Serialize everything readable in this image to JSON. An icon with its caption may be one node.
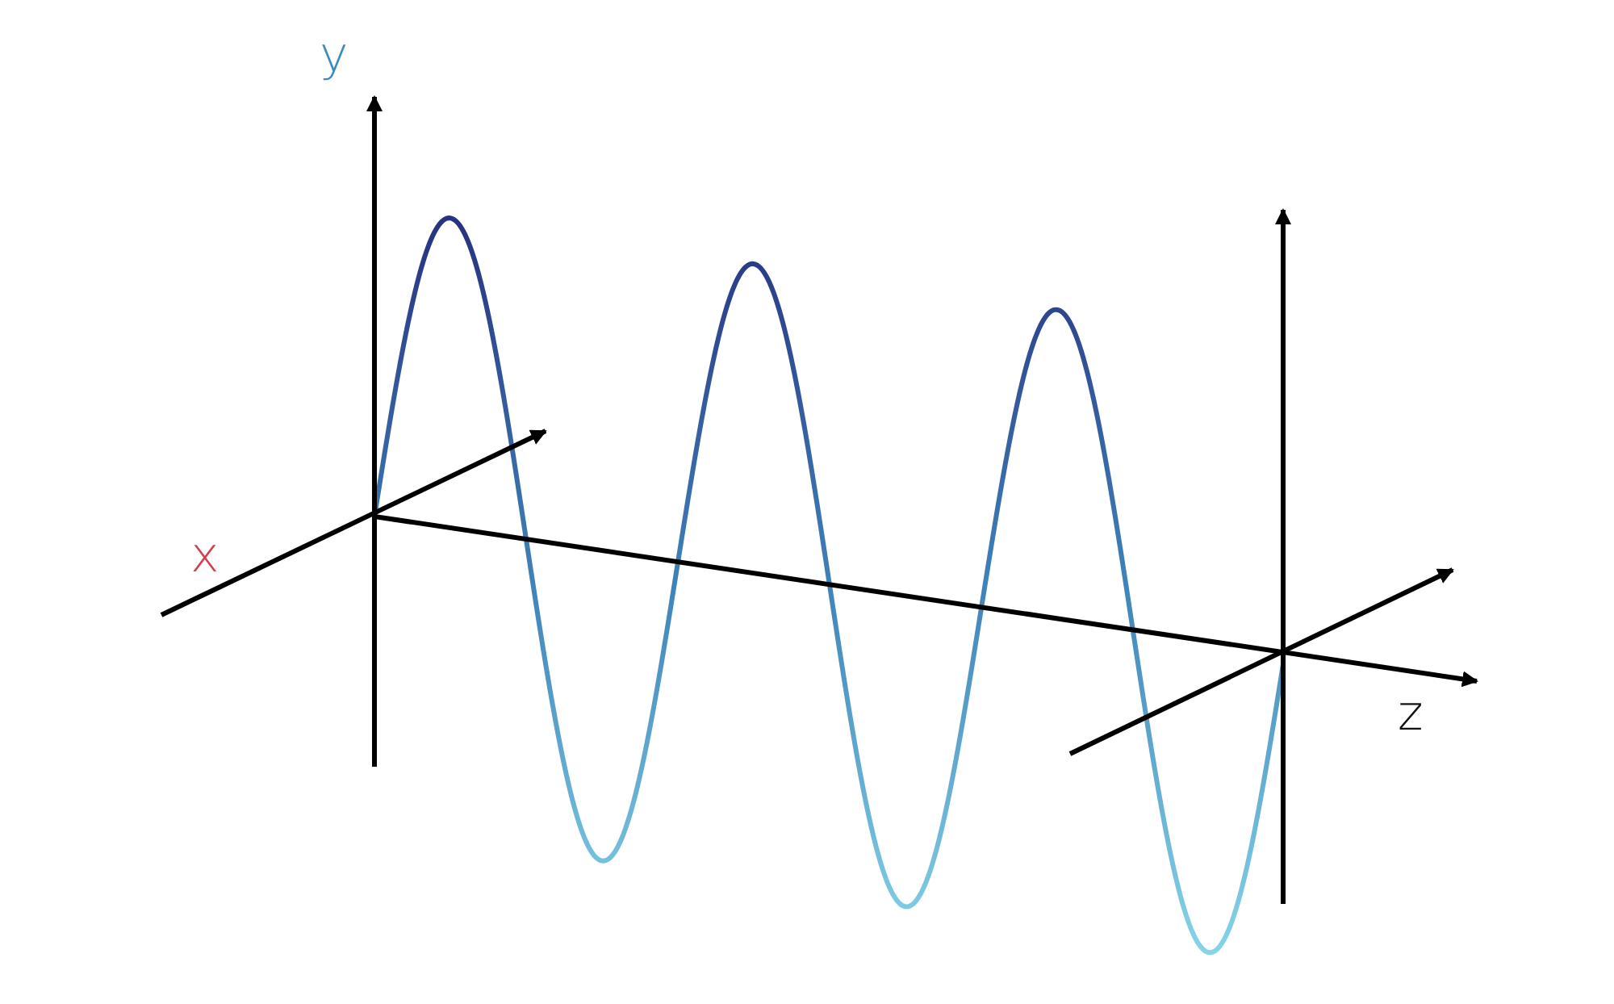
{
  "diagram": {
    "labels": [
      "y",
      "x",
      "z"
    ]
  }
}
